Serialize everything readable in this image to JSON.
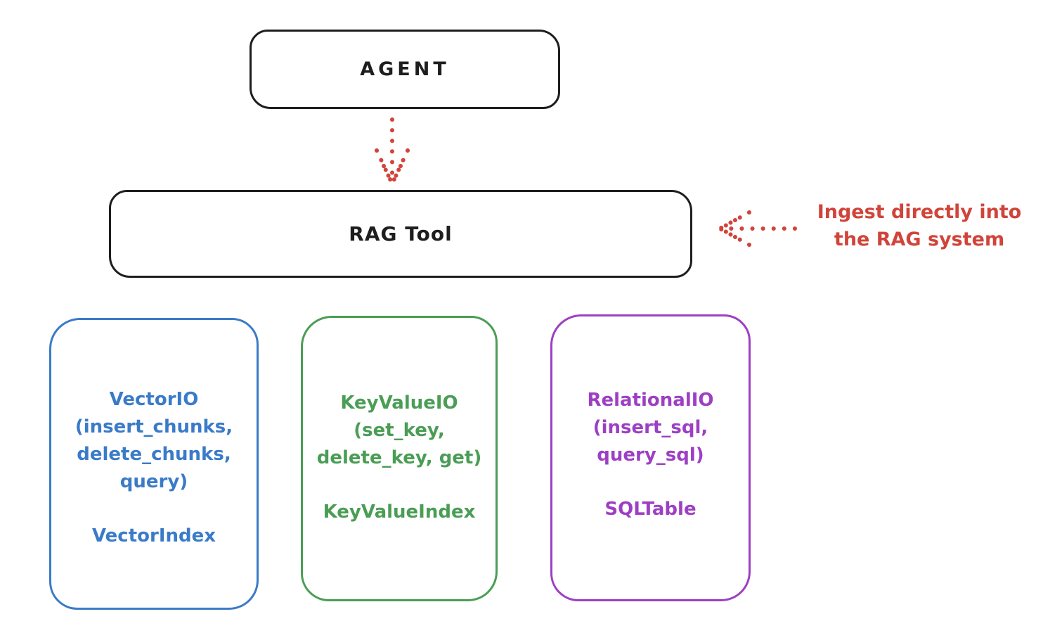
{
  "colors": {
    "ink": "#1e1e1e",
    "red": "#d0443a",
    "blue": "#3a7bc8",
    "green": "#4a9d55",
    "purple": "#9d3fc4",
    "bg": "#ffffff"
  },
  "nodes": {
    "agent": {
      "label": "AGENT"
    },
    "rag_tool": {
      "label": "RAG Tool"
    },
    "vector_io": {
      "line1": "VectorIO",
      "line2": "(insert_chunks,",
      "line3": "delete_chunks,",
      "line4": "query)",
      "secondary": "VectorIndex"
    },
    "key_value_io": {
      "line1": "KeyValueIO",
      "line2": "(set_key,",
      "line3": "delete_key, get)",
      "secondary": "KeyValueIndex"
    },
    "relational_io": {
      "line1": "RelationalIO",
      "line2": "(insert_sql,",
      "line3": "query_sql)",
      "secondary": "SQLTable"
    }
  },
  "annotation": {
    "line1": "Ingest directly into",
    "line2": "the RAG system"
  },
  "arrows": {
    "agent_to_rag": "dotted-down-arrow",
    "annotation_to_rag": "dotted-left-arrow"
  }
}
